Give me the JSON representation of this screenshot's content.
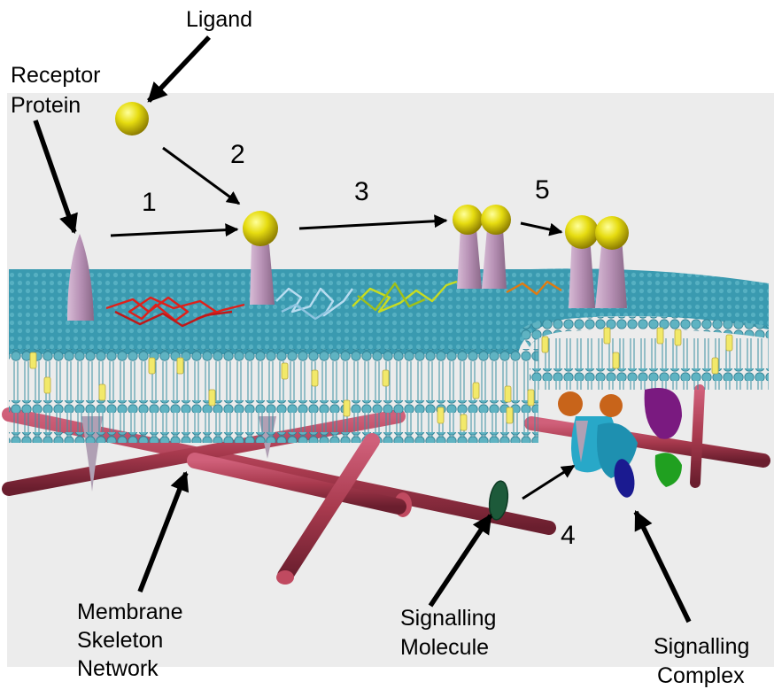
{
  "labels": {
    "ligand": "Ligand",
    "receptor_line1": "Receptor",
    "receptor_line2": "Protein",
    "skeleton_line1": "Membrane",
    "skeleton_line2": "Skeleton",
    "skeleton_line3": "Network",
    "molecule_line1": "Signalling",
    "molecule_line2": "Molecule",
    "complex_line1": "Signalling",
    "complex_line2": "Complex"
  },
  "steps": [
    "1",
    "2",
    "3",
    "4",
    "5"
  ],
  "colors": {
    "background_panel": "#ececec",
    "membrane_top": "#3a9ab0",
    "lipid_head": "#5fb3c2",
    "cholesterol": "#f2e96a",
    "receptor": "#b690b4",
    "ligand": "#e6dc10",
    "skeleton_rod": "#a83a4e",
    "chain_red": "#e0201a",
    "chain_lightblue": "#b8dcf0",
    "chain_yellowgreen": "#c8dc20",
    "chain_orange": "#e07a10",
    "molecule": "#1d5a3a",
    "complex_orange": "#c8641a",
    "complex_cyan": "#28a8c8",
    "complex_purple": "#7a1a80",
    "complex_navy": "#1a1a90",
    "complex_green": "#20a020"
  }
}
